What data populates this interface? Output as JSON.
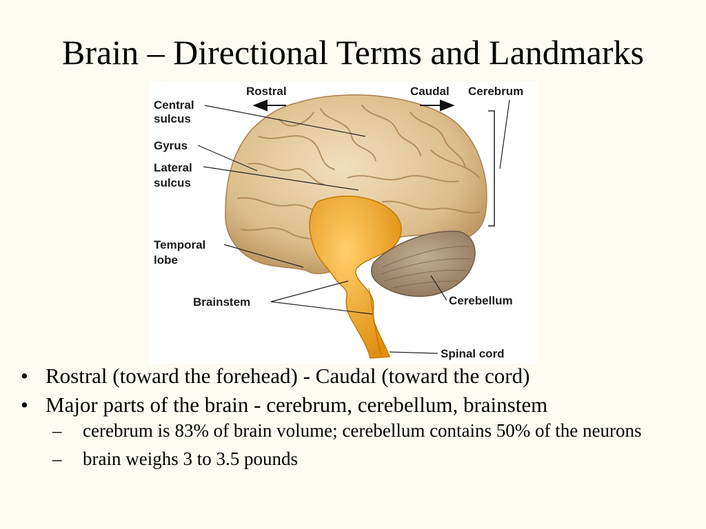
{
  "title": "Brain – Directional Terms and Landmarks",
  "figure": {
    "labels": {
      "rostral": "Rostral",
      "caudal": "Caudal",
      "cerebrum": "Cerebrum",
      "central_sulcus_1": "Central",
      "central_sulcus_2": "sulcus",
      "gyrus": "Gyrus",
      "lateral_sulcus_1": "Lateral",
      "lateral_sulcus_2": "sulcus",
      "temporal_lobe_1": "Temporal",
      "temporal_lobe_2": "lobe",
      "brainstem": "Brainstem",
      "cerebellum": "Cerebellum",
      "spinal_cord": "Spinal cord"
    },
    "colors": {
      "cerebrum": "#e3c89c",
      "cerebrum_shade": "#b9925e",
      "brainstem": "#f0a420",
      "cerebellum": "#a0876a",
      "background": "#ffffff"
    }
  },
  "bullets": [
    {
      "text": "Rostral (toward the forehead) - Caudal (toward the cord)"
    },
    {
      "text": "Major parts of the brain - cerebrum, cerebellum, brainstem",
      "sub": [
        "cerebrum is 83% of brain volume; cerebellum contains 50% of the neurons",
        "brain weighs 3 to 3.5 pounds"
      ]
    }
  ]
}
